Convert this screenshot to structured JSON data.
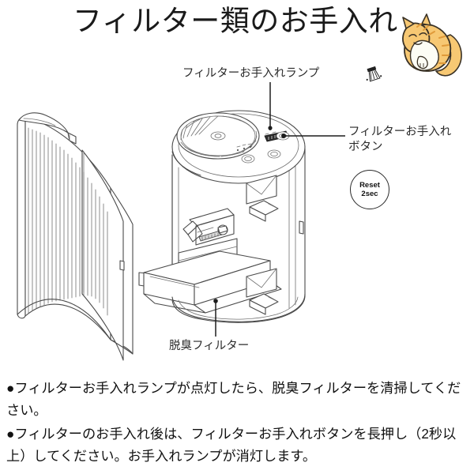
{
  "page": {
    "title": "フィルター類のお手入れ",
    "background_color": "#ffffff",
    "text_color": "#231f20"
  },
  "mascot": {
    "name": "grooming-cat",
    "body_color": "#f7c873",
    "stripe_color": "#e8a84c",
    "belly_color": "#fdfdf5",
    "outline_color": "#3a3226"
  },
  "callouts": {
    "lamp": {
      "label": "フィルターお手入れランプ",
      "icon": "broom-icon"
    },
    "button": {
      "line1": "フィルターお手入れ",
      "line2": "ボタン"
    },
    "deodorizing_filter": {
      "label": "脱臭フィルター"
    }
  },
  "reset_chip": {
    "line1": "Reset",
    "line2": "2sec"
  },
  "notes": [
    "●フィルターお手入れランプが点灯したら、脱臭フィルターを清掃してください。",
    "●フィルターのお手入れ後は、フィルターお手入れボタンを長押し（2秒以上）してください。お手入れランプが消灯します。"
  ]
}
